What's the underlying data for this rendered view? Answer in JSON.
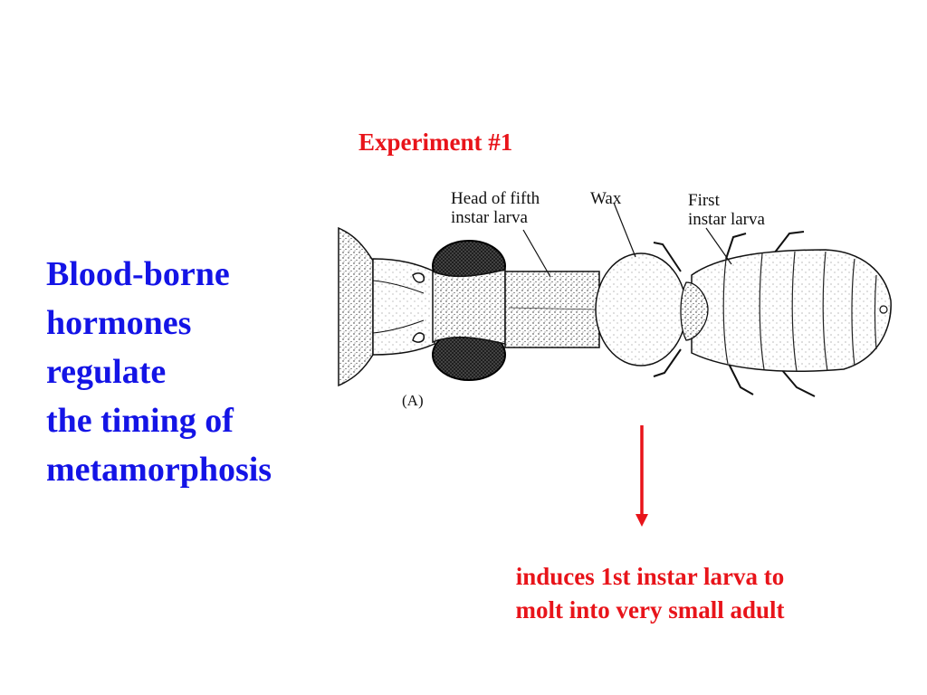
{
  "slide": {
    "experiment_title": "Experiment #1",
    "main_text_lines": [
      "Blood-borne",
      "hormones",
      "regulate",
      "the timing of",
      "metamorphosis"
    ],
    "caption_lines": [
      "induces 1st instar larva to",
      "molt into very small adult"
    ]
  },
  "figure": {
    "labels": {
      "head_line1": "Head of fifth",
      "head_line2": "instar larva",
      "wax": "Wax",
      "first_line1": "First",
      "first_line2": "instar larva",
      "panel": "(A)"
    }
  },
  "colors": {
    "title_red": "#e8141a",
    "body_blue": "#1414e6",
    "arrow_red": "#e8141a"
  }
}
